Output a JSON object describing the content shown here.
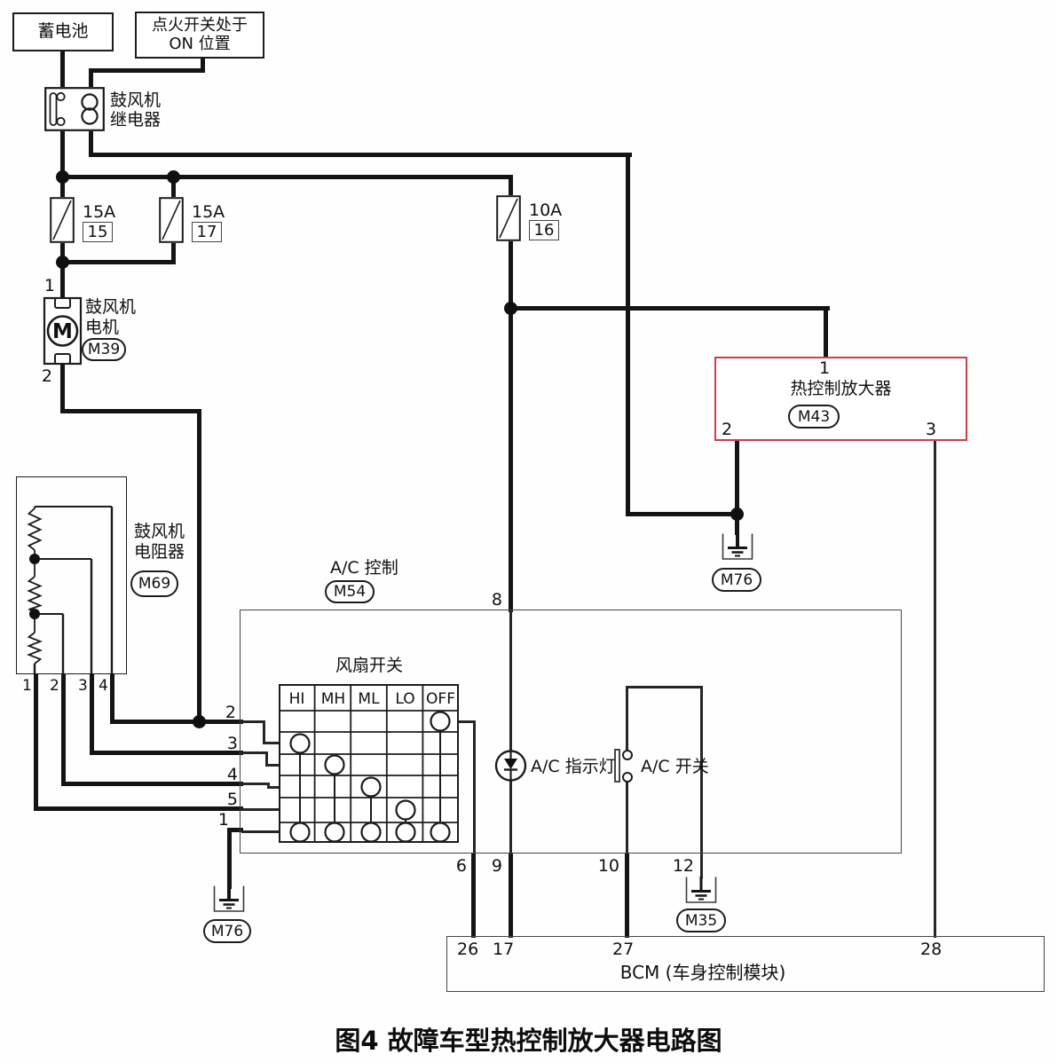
{
  "caption": "图4 故障车型热控制放大器电路图",
  "battery": {
    "label": "蓄电池"
  },
  "ignition": {
    "line1": "点火开关处于",
    "line2": "ON 位置"
  },
  "relay": {
    "line1": "鼓风机",
    "line2": "继电器"
  },
  "fuses": {
    "f15": {
      "rating": "15A",
      "slot": "15"
    },
    "f17": {
      "rating": "15A",
      "slot": "17"
    },
    "f16": {
      "rating": "10A",
      "slot": "16"
    }
  },
  "motor": {
    "symbol": "M",
    "pin1": "1",
    "pin2": "2",
    "line1": "鼓风机",
    "line2": "电机",
    "code": "M39"
  },
  "resistor": {
    "line1": "鼓风机",
    "line2": "电阻器",
    "code": "M69",
    "pin1": "1",
    "pin2": "2",
    "pin3": "3",
    "pin4": "4"
  },
  "amplifier": {
    "title": "热控制放大器",
    "code": "M43",
    "pin1": "1",
    "pin2": "2",
    "pin3": "3"
  },
  "grounds": {
    "m76_right": "M76",
    "m76_left": "M76",
    "m35": "M35"
  },
  "ac_control": {
    "label": "A/C 控制",
    "code": "M54",
    "pin8": "8",
    "pin2": "2",
    "pin3": "3",
    "pin4": "4",
    "pin5": "5",
    "pin1": "1",
    "pin6": "6",
    "pin9": "9",
    "pin10": "10",
    "pin12": "12"
  },
  "fan_switch": {
    "title": "风扇开关",
    "col1": "HI",
    "col2": "MH",
    "col3": "ML",
    "col4": "LO",
    "col5": "OFF"
  },
  "ac_indicator": {
    "label": "A/C 指示灯"
  },
  "ac_switch": {
    "label": "A/C 开关"
  },
  "bcm": {
    "label": "BCM (车身控制模块)",
    "pin26": "26",
    "pin17": "17",
    "pin27": "27",
    "pin28": "28"
  }
}
